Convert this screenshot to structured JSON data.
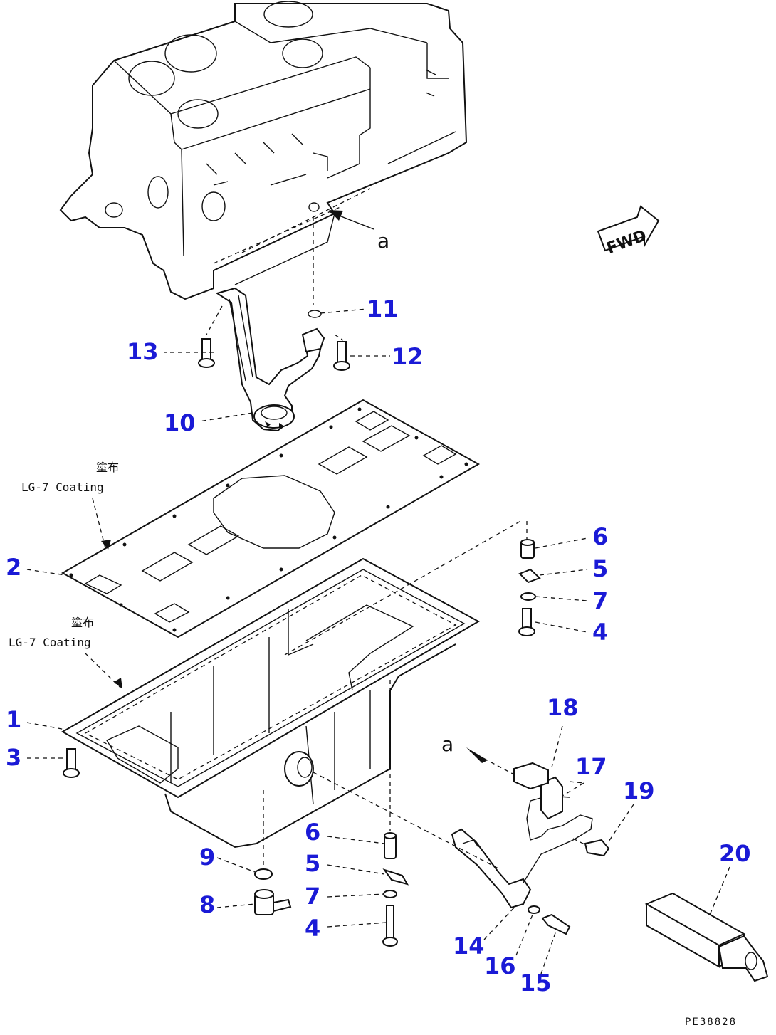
{
  "diagram": {
    "callouts": [
      {
        "id": "1",
        "label": "1"
      },
      {
        "id": "2",
        "label": "2"
      },
      {
        "id": "3",
        "label": "3"
      },
      {
        "id": "4a",
        "label": "4"
      },
      {
        "id": "4b",
        "label": "4"
      },
      {
        "id": "5a",
        "label": "5"
      },
      {
        "id": "5b",
        "label": "5"
      },
      {
        "id": "6a",
        "label": "6"
      },
      {
        "id": "6b",
        "label": "6"
      },
      {
        "id": "7a",
        "label": "7"
      },
      {
        "id": "7b",
        "label": "7"
      },
      {
        "id": "8",
        "label": "8"
      },
      {
        "id": "9",
        "label": "9"
      },
      {
        "id": "10",
        "label": "10"
      },
      {
        "id": "11",
        "label": "11"
      },
      {
        "id": "12",
        "label": "12"
      },
      {
        "id": "13",
        "label": "13"
      },
      {
        "id": "14",
        "label": "14"
      },
      {
        "id": "15",
        "label": "15"
      },
      {
        "id": "16",
        "label": "16"
      },
      {
        "id": "17",
        "label": "17"
      },
      {
        "id": "18",
        "label": "18"
      },
      {
        "id": "19",
        "label": "19"
      },
      {
        "id": "20",
        "label": "20"
      }
    ],
    "annotations": {
      "coating_upper_jp": "塗布",
      "coating_upper_en": "LG-7 Coating",
      "coating_lower_jp": "塗布",
      "coating_lower_en": "LG-7 Coating",
      "ref_letter_top": "a",
      "ref_letter_bottom": "a",
      "fwd_label": "FWD",
      "drawing_code": "PE38828"
    },
    "colors": {
      "callout": "#1a1ad6",
      "line": "#111111",
      "background": "#ffffff"
    }
  }
}
